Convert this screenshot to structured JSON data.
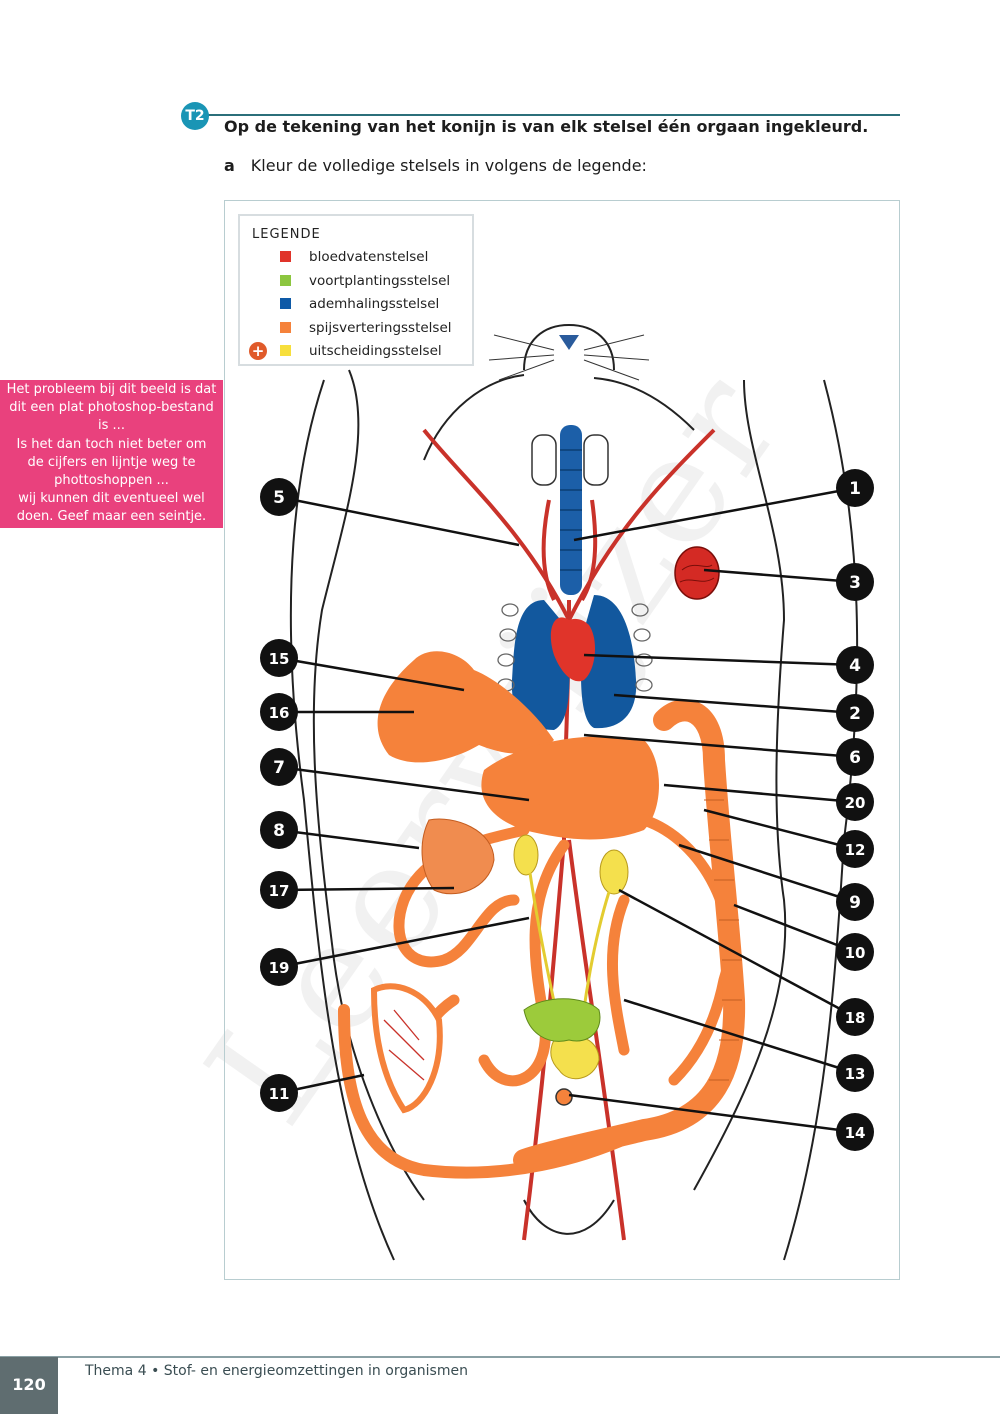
{
  "watermark": "Leerwijzer",
  "exercise": {
    "badge": "T2",
    "title": "Op de tekening van het konijn is van elk stelsel één orgaan ingekleurd.",
    "sub_letter": "a",
    "sub_text": "Kleur de volledige stelsels in volgens de legende:"
  },
  "legend": {
    "title": "LEGENDE",
    "items": [
      {
        "label": "bloedvatenstelsel",
        "color": "#e0342a"
      },
      {
        "label": "voortplantingsstelsel",
        "color": "#8cc63f"
      },
      {
        "label": "ademhalingsstelsel",
        "color": "#0e5aa7"
      },
      {
        "label": "spijsverteringsstelsel",
        "color": "#f5823b"
      },
      {
        "label": "uitscheidingsstelsel",
        "color": "#f7df3c"
      }
    ],
    "plus_symbol": "+"
  },
  "note": {
    "lines": [
      "Het probleem bij dit beeld is dat",
      "dit een plat photoshop-bestand",
      "is ...",
      "Is het dan toch niet beter om",
      "de cijfers en lijntje weg te",
      "phottoshoppen ...",
      "wij kunnen dit eventueel wel",
      "doen. Geef maar een seintje."
    ]
  },
  "labels": [
    "5",
    "1",
    "3",
    "15",
    "4",
    "16",
    "2",
    "6",
    "7",
    "20",
    "8",
    "12",
    "17",
    "9",
    "10",
    "19",
    "18",
    "13",
    "11",
    "14"
  ],
  "colors": {
    "digestive": "#f5823b",
    "blood": "#d8332a",
    "respiratory": "#12589e",
    "excretory": "#f4e04d",
    "reproductive": "#9ccb3b",
    "accent": "#1a95b5",
    "note": "#e9417d"
  },
  "footer": {
    "page": "120",
    "text": "Thema 4 • Stof- en energieomzettingen in organismen"
  }
}
